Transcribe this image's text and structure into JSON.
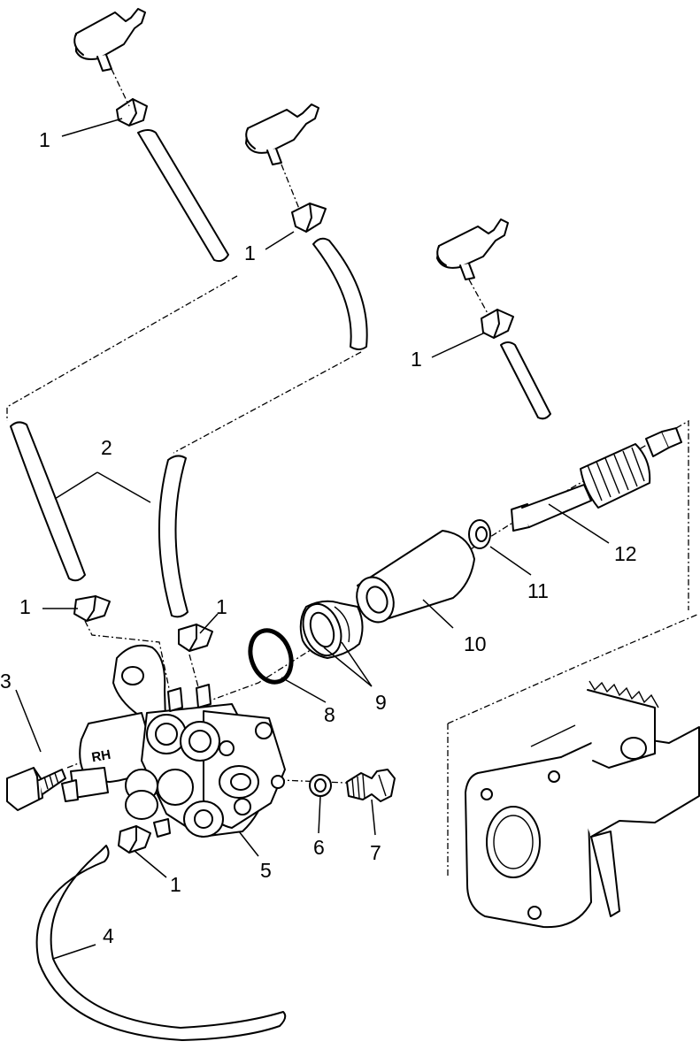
{
  "callouts": {
    "c1a": "1",
    "c1b": "1",
    "c1c": "1",
    "c1d": "1",
    "c1e": "1",
    "c1f": "1",
    "c2": "2",
    "c3": "3",
    "c4": "4",
    "c5": "5",
    "c6": "6",
    "c7": "7",
    "c8": "8",
    "c9": "9",
    "c10": "10",
    "c11": "11",
    "c12": "12"
  },
  "pump_body_marking": "RH"
}
